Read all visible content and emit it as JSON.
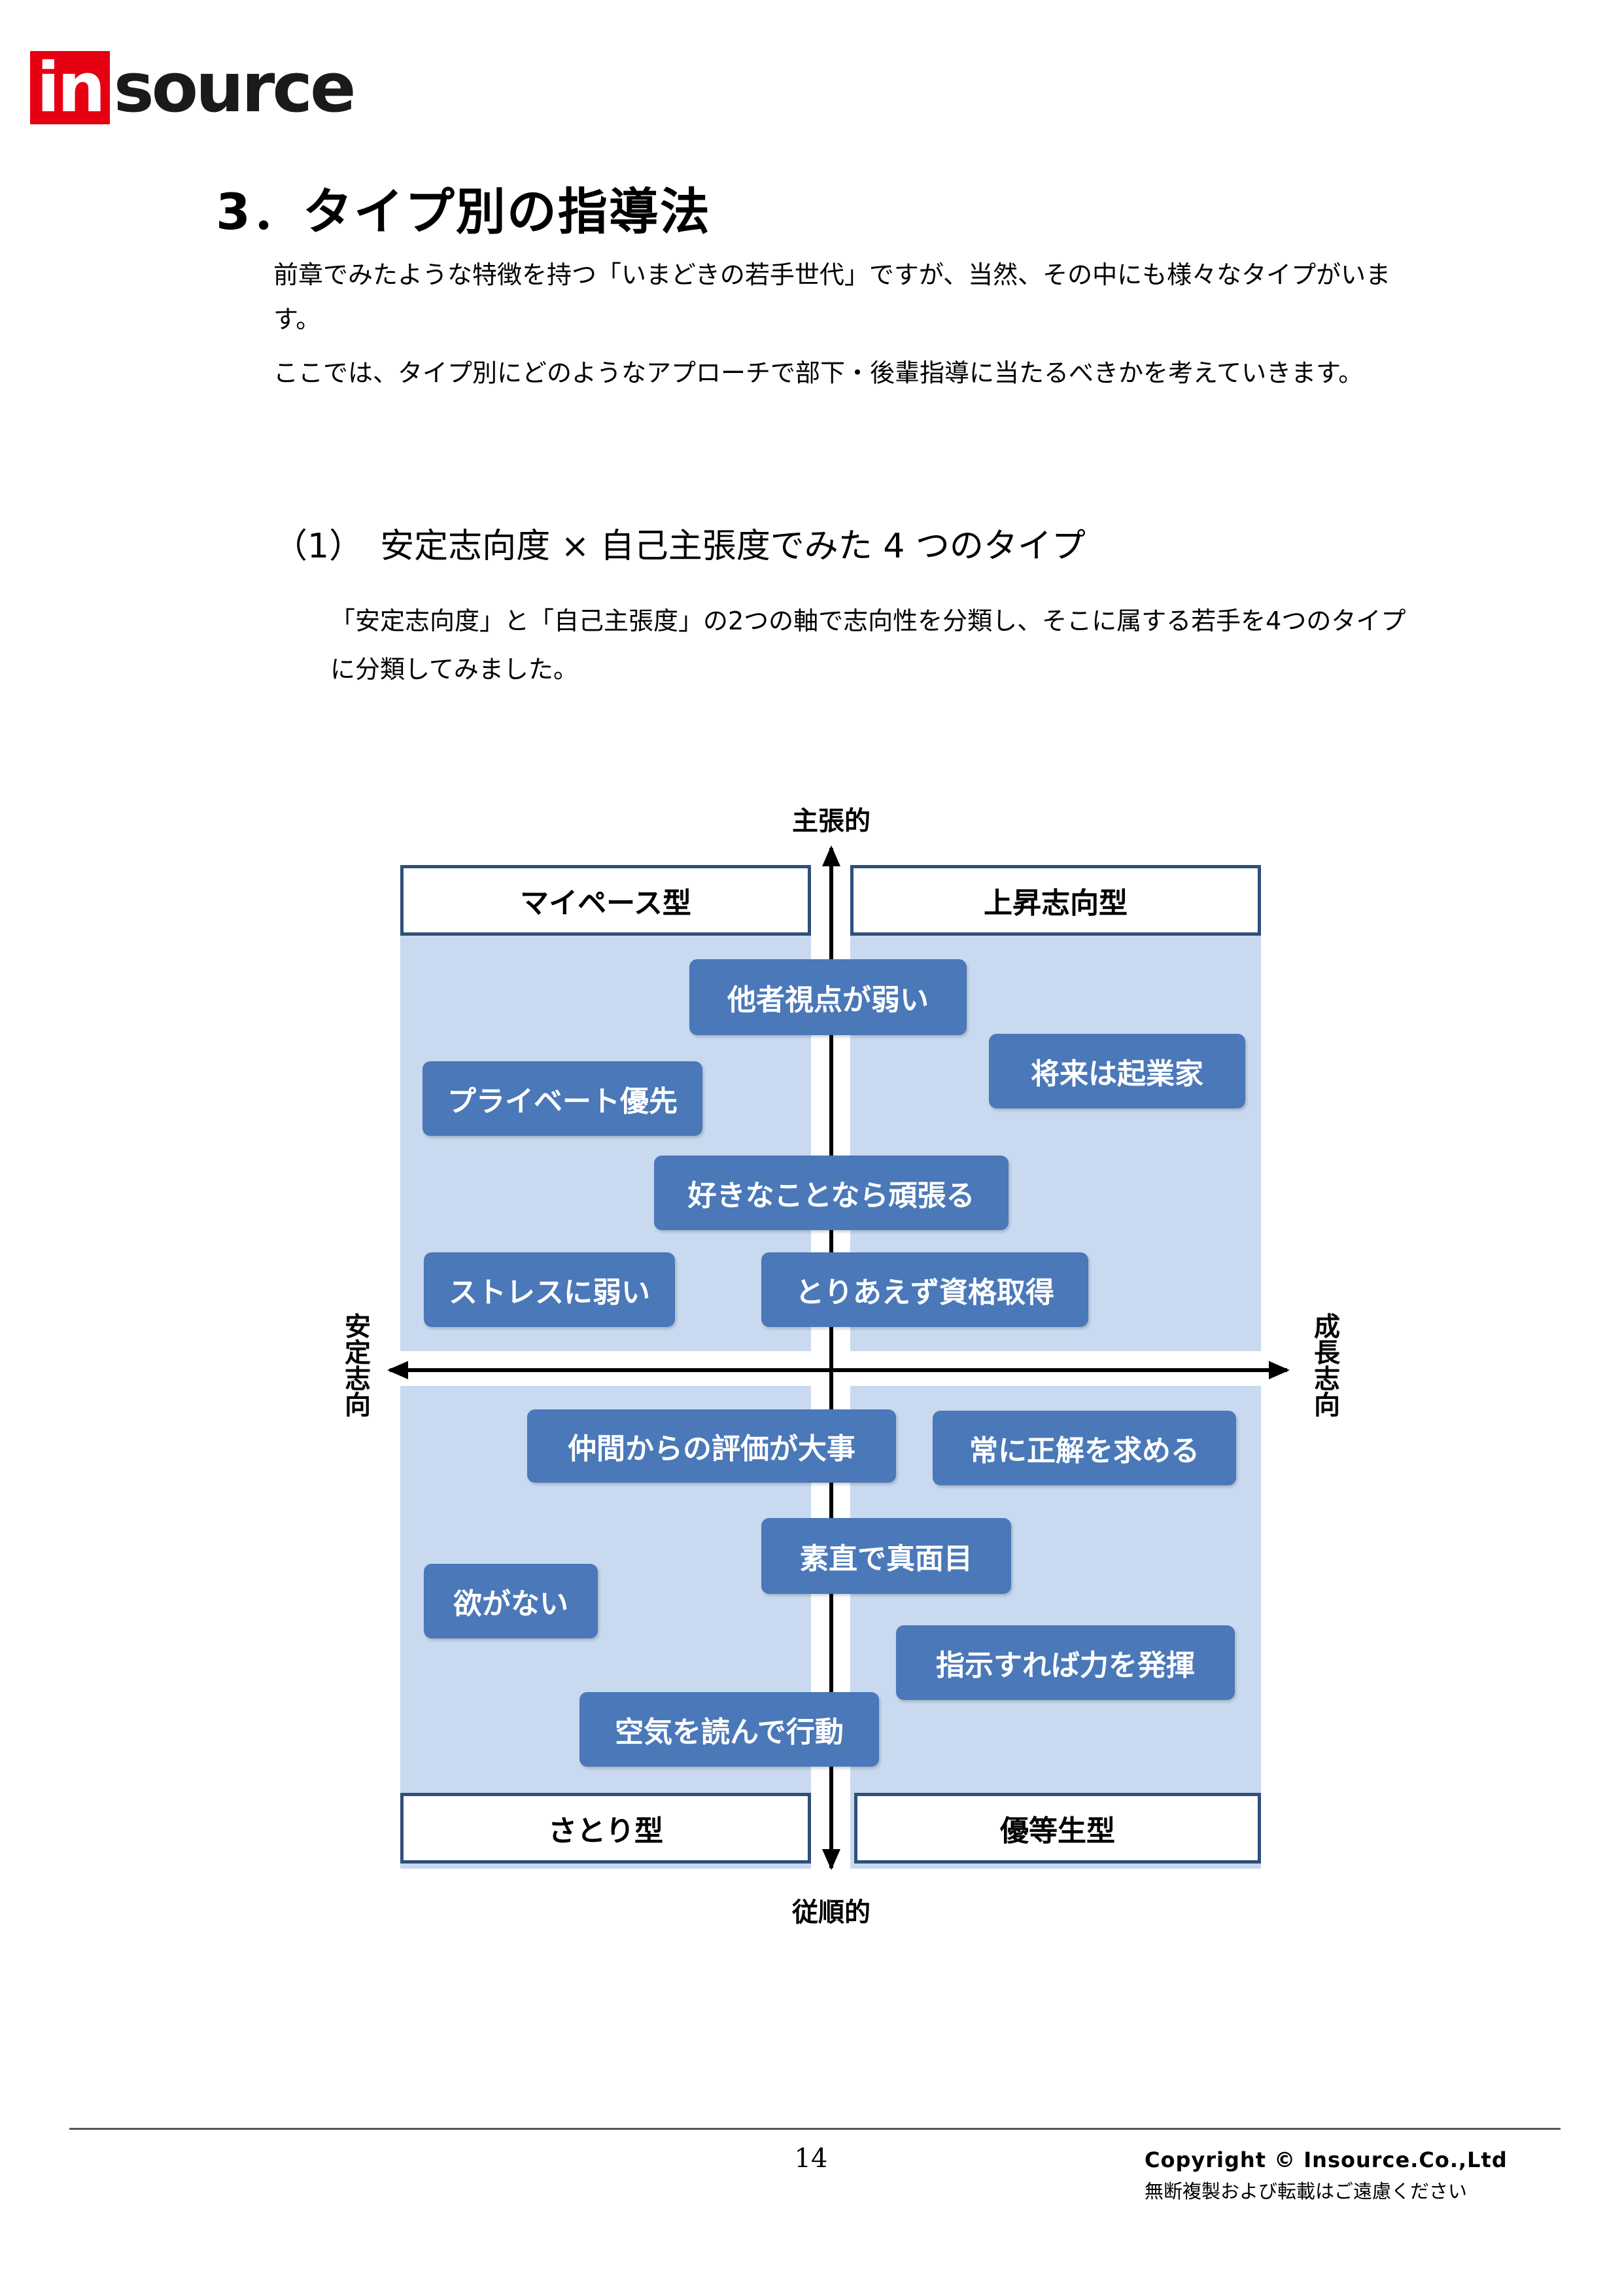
{
  "logo": {
    "in_text": "in",
    "rest_text": "source"
  },
  "heading": "3．タイプ別の指導法",
  "intro": {
    "p1": "前章でみたような特徴を持つ「いまどきの若手世代」ですが、当然、その中にも様々なタイプがいます。",
    "p2": "ここでは、タイプ別にどのようなアプローチで部下・後輩指導に当たるべきかを考えていきます。"
  },
  "subheading": "（1）　安定志向度 × 自己主張度でみた 4 つのタイプ",
  "subpara": "「安定志向度」と「自己主張度」の2つの軸で志向性を分類し、そこに属する若手を4つのタイプに分類してみました。",
  "diagram": {
    "axis_top": "主張的",
    "axis_bottom": "従順的",
    "axis_left": "安定志向",
    "axis_right": "成長志向",
    "types": {
      "top_left": "マイペース型",
      "top_right": "上昇志向型",
      "bottom_left": "さとり型",
      "bottom_right": "優等生型"
    },
    "tags": [
      "他者視点が弱い",
      "将来は起業家",
      "プライベート優先",
      "好きなことなら頑張る",
      "ストレスに弱い",
      "とりあえず資格取得",
      "仲間からの評価が大事",
      "常に正解を求める",
      "素直で真面目",
      "欲がない",
      "指示すれば力を発揮",
      "空気を読んで行動"
    ],
    "colors": {
      "quadrant": "#c9d9f0",
      "tag": "#4a78b8",
      "border": "#2f4f7a"
    }
  },
  "footer": {
    "page": "14",
    "copyright": "Copyright © Insource.Co.,Ltd",
    "notice": "無断複製および転載はご遠慮ください"
  }
}
